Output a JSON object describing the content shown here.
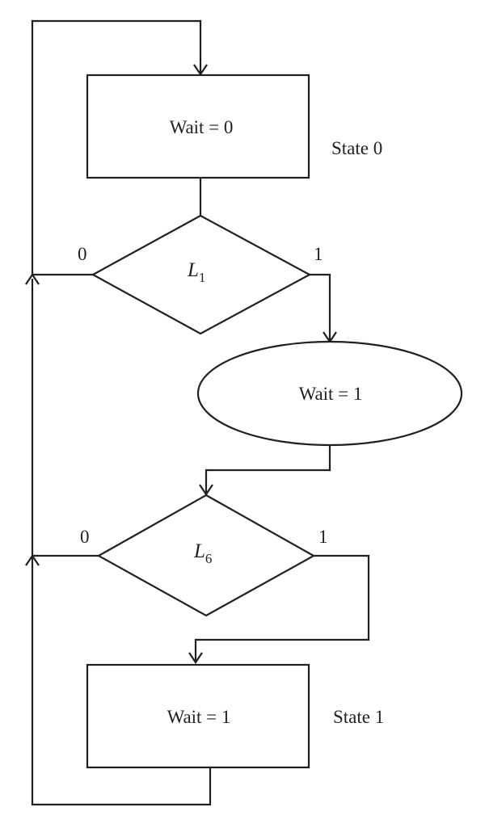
{
  "nodes": {
    "state0_box": {
      "text": "Wait = 0"
    },
    "state0_label": {
      "text": "State 0"
    },
    "decision_l1": {
      "var": "L",
      "sub": "1"
    },
    "wait1_ellipse": {
      "text": "Wait = 1"
    },
    "decision_l6": {
      "var": "L",
      "sub": "6"
    },
    "state1_box": {
      "text": "Wait = 1"
    },
    "state1_label": {
      "text": "State 1"
    }
  },
  "branches": {
    "l1_false": "0",
    "l1_true": "1",
    "l6_false": "0",
    "l6_true": "1"
  },
  "colors": {
    "stroke": "#231f20",
    "background": "#ffffff"
  }
}
